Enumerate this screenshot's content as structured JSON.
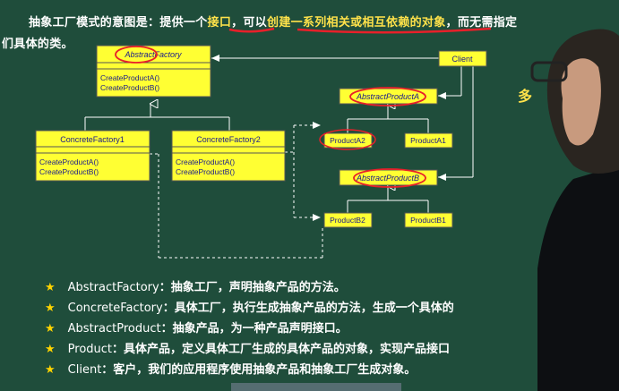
{
  "intro": {
    "part1": "抽象工厂模式的意图是：提供一个",
    "part2": "接口",
    "part3": "，可以",
    "part4": "创建一系列相关或相互依赖的对象",
    "part5": "，而无需指定",
    "line2": "们具体的类。"
  },
  "diagram": {
    "abstract_factory": {
      "name": "AbstractFactory",
      "ops": [
        "CreateProductA()",
        "CreateProductB()"
      ]
    },
    "concrete_factory1": {
      "name": "ConcreteFactory1",
      "ops": [
        "CreateProductA()",
        "CreateProductB()"
      ]
    },
    "concrete_factory2": {
      "name": "ConcreteFactory2",
      "ops": [
        "CreateProductA()",
        "CreateProductB()"
      ]
    },
    "client": {
      "name": "Client"
    },
    "abstract_product_a": {
      "name": "AbstractProductA"
    },
    "abstract_product_b": {
      "name": "AbstractProductB"
    },
    "product_a2": {
      "name": "ProductA2"
    },
    "product_a1": {
      "name": "ProductA1"
    },
    "product_b2": {
      "name": "ProductB2"
    },
    "product_b1": {
      "name": "ProductB1"
    },
    "colors": {
      "box_fill": "#ffff33",
      "box_stroke": "#555555",
      "line": "#ffffff",
      "text": "#1a1a8c",
      "annotation": "#e8202a"
    }
  },
  "side_text": "多",
  "bullets": [
    {
      "term": "AbstractFactory",
      "desc": "：抽象工厂，声明抽象产品的方法。"
    },
    {
      "term": "ConcreteFactory",
      "desc": "：具体工厂，执行生成抽象产品的方法，生成一个具体的"
    },
    {
      "term": "AbstractProduct",
      "desc": "：抽象产品，为一种产品声明接口。"
    },
    {
      "term": "Product",
      "desc": "：具体产品，定义具体工厂生成的具体产品的对象，实现产品接口"
    },
    {
      "term": "Client",
      "desc": "：客户，我们的应用程序使用抽象产品和抽象工厂生成对象。"
    }
  ],
  "bullet_icon": "star-icon"
}
